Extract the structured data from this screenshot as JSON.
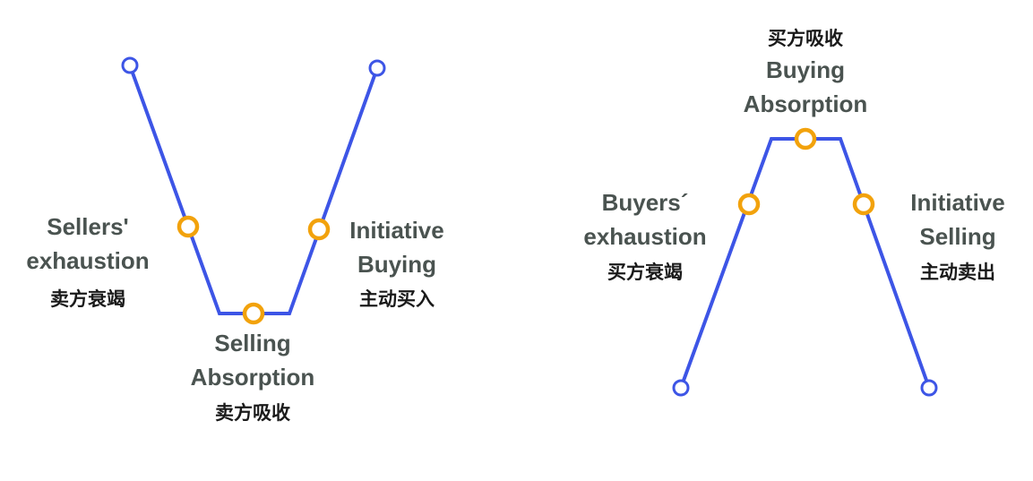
{
  "colors": {
    "line": "#3d55e6",
    "endpoint": "#3d55e6",
    "midpoint": "#f2a20c",
    "english_text": "#4a5350",
    "chinese_text": "#1a1a1a",
    "background": "#ffffff"
  },
  "left_diagram": {
    "shape": "V",
    "labels": {
      "sellers_exhaustion": {
        "en_line1": "Sellers'",
        "en_line2": "exhaustion",
        "cn": "卖方衰竭"
      },
      "selling_absorption": {
        "en_line1": "Selling",
        "en_line2": "Absorption",
        "cn": "卖方吸收"
      },
      "initiative_buying": {
        "en_line1": "Initiative",
        "en_line2": "Buying",
        "cn": "主动买入"
      }
    }
  },
  "right_diagram": {
    "shape": "inverted-V",
    "labels": {
      "buying_absorption": {
        "cn": "买方吸收",
        "en_line1": "Buying",
        "en_line2": "Absorption"
      },
      "buyers_exhaustion": {
        "en_line1": "Buyers´",
        "en_line2": "exhaustion",
        "cn": "买方衰竭"
      },
      "initiative_selling": {
        "en_line1": "Initiative",
        "en_line2": "Selling",
        "cn": "主动卖出"
      }
    }
  }
}
